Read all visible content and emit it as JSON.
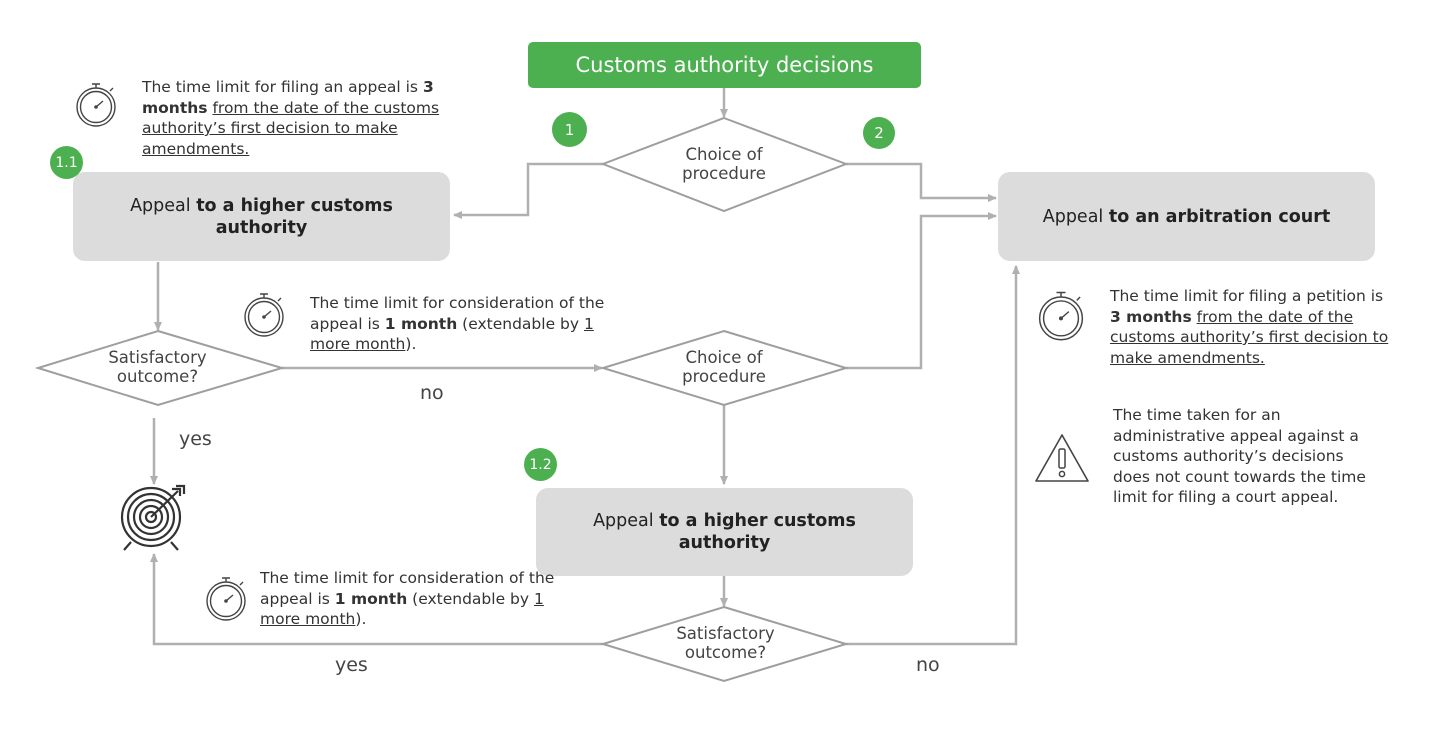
{
  "top_box": {
    "label": "Customs authority decisions"
  },
  "decisions": {
    "choice1": "Choice of procedure",
    "satisfactory_left": "Satisfactory outcome?",
    "choice2": "Choice of procedure",
    "satisfactory_bottom": "Satisfactory outcome?"
  },
  "boxes": {
    "appeal_higher_1": {
      "prefix": "Appeal ",
      "bold": "to a higher customs authority"
    },
    "appeal_arbitration": {
      "prefix": "Appeal ",
      "bold": "to an arbitration court"
    },
    "appeal_higher_2": {
      "prefix": "Appeal ",
      "bold": "to a higher customs authority"
    }
  },
  "badges": {
    "b1": "1",
    "b2": "2",
    "b11": "1.1",
    "b12": "1.2"
  },
  "notes": {
    "filing_appeal": {
      "p1": "The time limit for filing an appeal is ",
      "b": "3 months",
      "p2": " ",
      "u": "from the date of the customs authority’s first decision to make amendments."
    },
    "consideration_1": {
      "p1": "The time limit for consideration of the appeal is ",
      "b": "1 month",
      "p2": " (extendable by ",
      "u": "1 more month",
      "p3": ")."
    },
    "filing_petition": {
      "p1": "The time limit for filing a petition is ",
      "b": "3 months",
      "p2": " ",
      "u": "from the date of the customs authority’s first decision to make amendments."
    },
    "warning": "The time taken for an administrative appeal against a customs authority’s decisions does not count towards the time limit for filing a court appeal.",
    "consideration_2": {
      "p1": "The time limit for consideration of the appeal is ",
      "b": "1 month",
      "p2": " (extendable by ",
      "u": "1 more month",
      "p3": ")."
    }
  },
  "edge_labels": {
    "no_1": "no",
    "yes_1": "yes",
    "yes_2": "yes",
    "no_2": "no"
  },
  "icons": {
    "stopwatch": "stopwatch-icon",
    "warning": "warning-triangle-icon",
    "target": "target-icon"
  },
  "colors": {
    "accent_green": "#4caf50",
    "box_gray": "#dcdcdc",
    "line_gray": "#b0b0b0"
  }
}
